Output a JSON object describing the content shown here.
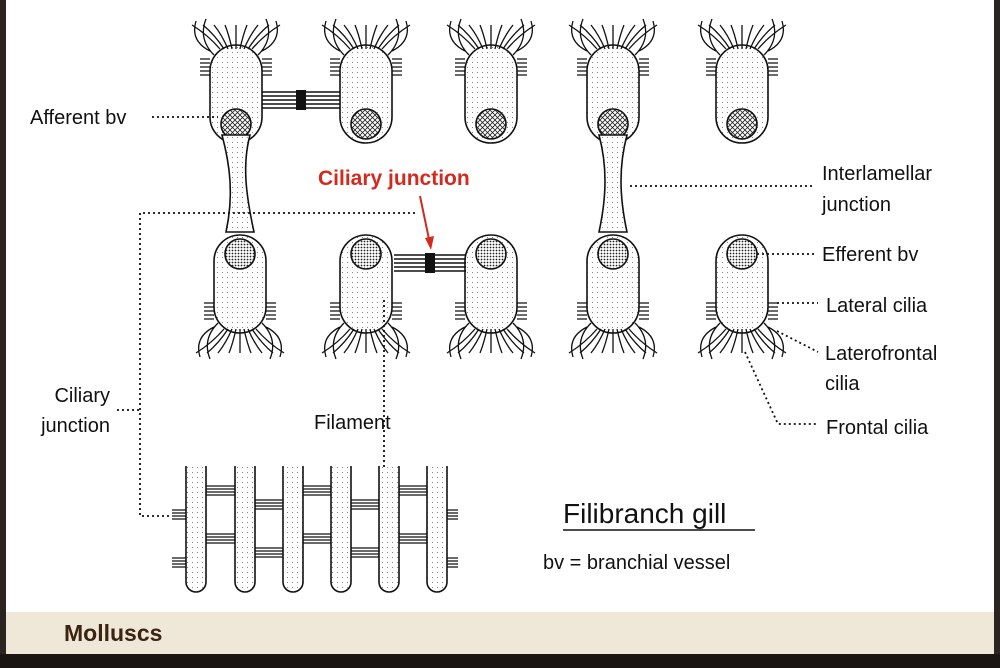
{
  "diagram": {
    "labels": {
      "afferent_bv": "Afferent bv",
      "ciliary_junction_red": "Ciliary junction",
      "interlamellar_line1": "Interlamellar",
      "interlamellar_line2": "junction",
      "efferent_bv": "Efferent bv",
      "lateral_cilia": "Lateral cilia",
      "laterofrontal_line1": "Laterofrontal",
      "laterofrontal_line2": "cilia",
      "frontal_cilia": "Frontal cilia",
      "ciliary_junction_left_line1": "Ciliary",
      "ciliary_junction_left_line2": "junction",
      "filament": "Filament",
      "title": "Filibranch gill",
      "note": "bv = branchial vessel"
    },
    "colors": {
      "highlight": "#d42a1e",
      "footer_text": "#3b2410",
      "footer_band": "#efe8d8",
      "frame": "#2b2420"
    }
  },
  "footer": {
    "title": "Molluscs"
  }
}
